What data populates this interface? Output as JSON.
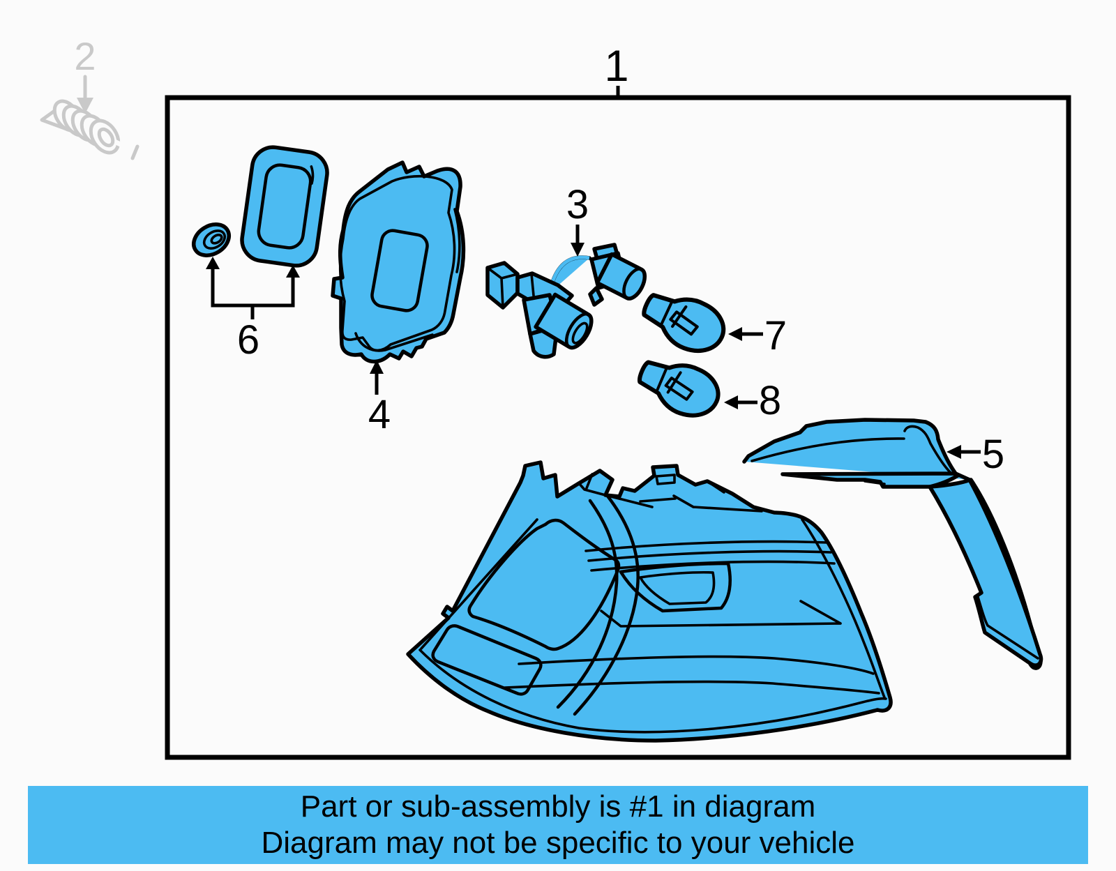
{
  "page": {
    "background": "#FBFBFB"
  },
  "diagram": {
    "frame_color": "#000000",
    "highlight_part_color": "#4CBBF2",
    "outline_color": "#000000",
    "inactive_part_color": "#C9C9C9",
    "callouts": {
      "c1": "1",
      "c2": "2",
      "c3": "3",
      "c4": "4",
      "c5": "5",
      "c6": "6",
      "c7": "7",
      "c8": "8"
    }
  },
  "banner": {
    "background": "#4CBBF2",
    "text_color": "#000000",
    "line1": "Part or sub-assembly is #1 in diagram",
    "line2": "Diagram may not be specific to your vehicle"
  }
}
